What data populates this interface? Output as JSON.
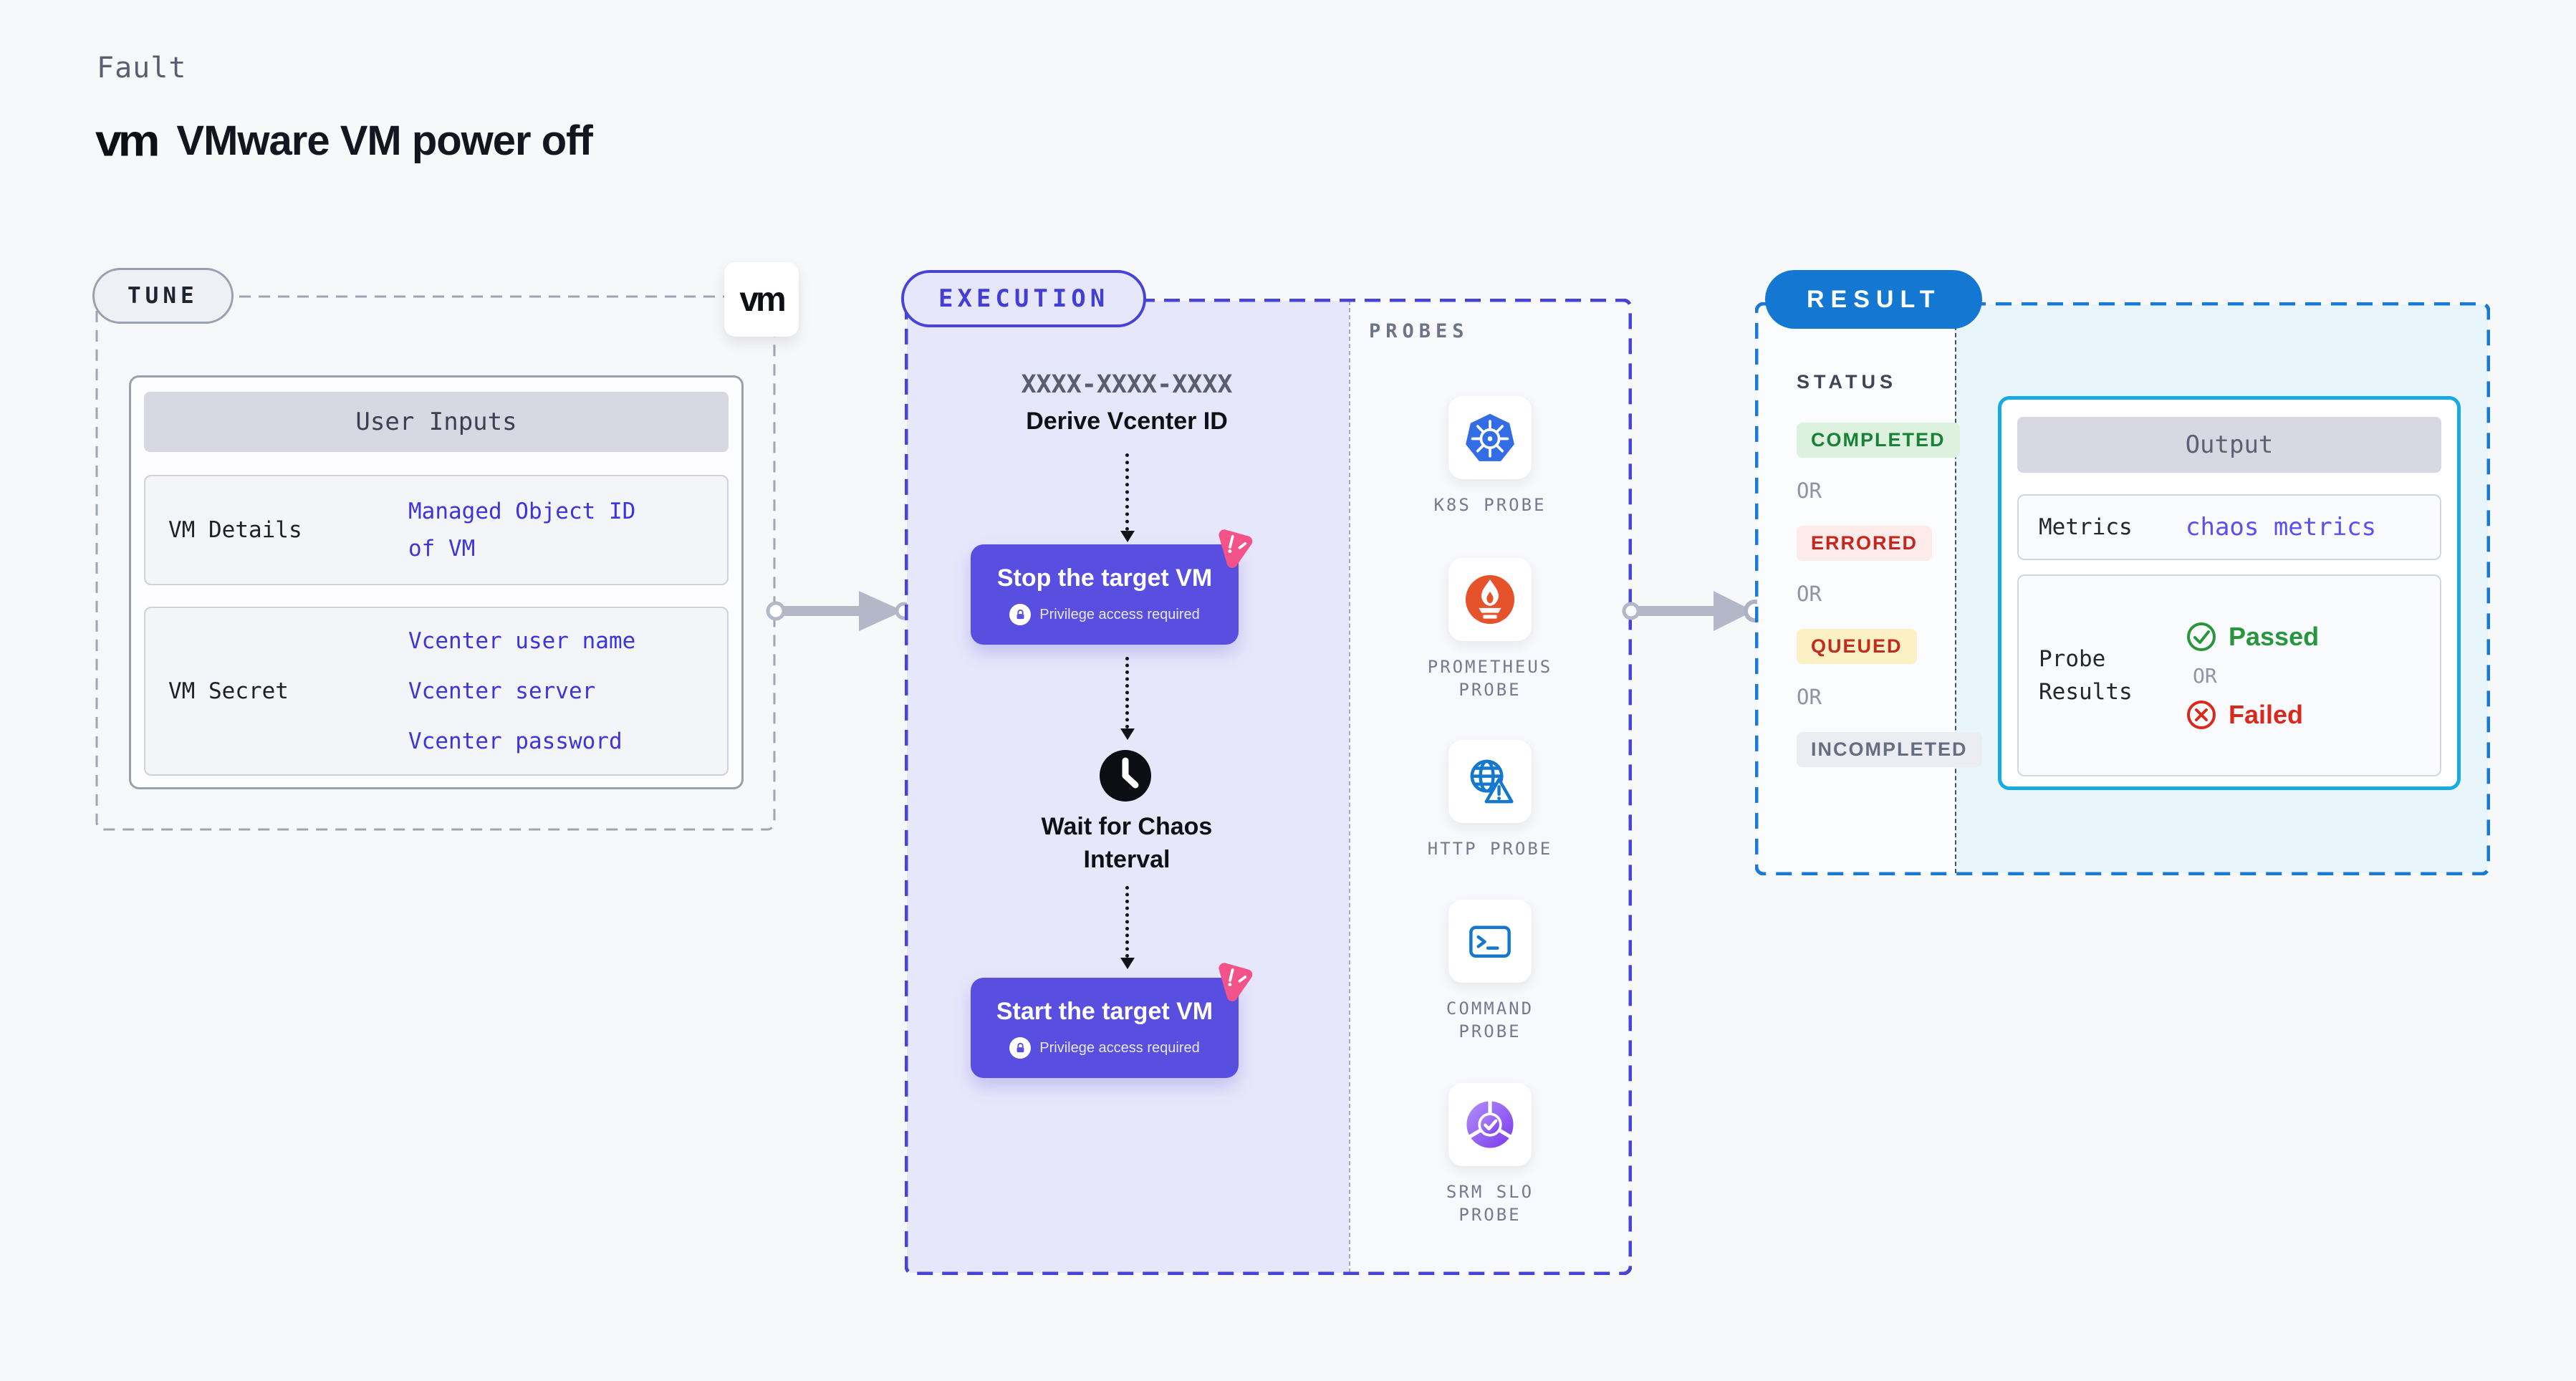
{
  "header": {
    "eyebrow": "Fault",
    "logo_text": "vm",
    "title": "VMware VM power off"
  },
  "tune": {
    "pill": "TUNE",
    "vm_badge": "vm",
    "user_inputs": {
      "title": "User Inputs",
      "rows": [
        {
          "label": "VM Details",
          "values": [
            "Managed Object ID",
            "of VM"
          ]
        },
        {
          "label": "VM Secret",
          "values": [
            "Vcenter user name",
            "Vcenter server",
            "Vcenter password"
          ]
        }
      ]
    }
  },
  "execution": {
    "pill": "EXECUTION",
    "derive": {
      "code": "XXXX-XXXX-XXXX",
      "label": "Derive Vcenter ID"
    },
    "stop": {
      "title": "Stop the target VM",
      "badge": "Privilege access required"
    },
    "wait": {
      "line1": "Wait for Chaos",
      "line2": "Interval"
    },
    "start": {
      "title": "Start the target VM",
      "badge": "Privilege access required"
    }
  },
  "probes": {
    "title": "PROBES",
    "items": [
      {
        "icon": "kubernetes",
        "line1": "K8S PROBE",
        "line2": ""
      },
      {
        "icon": "prometheus",
        "line1": "PROMETHEUS",
        "line2": "PROBE"
      },
      {
        "icon": "http",
        "line1": "HTTP PROBE",
        "line2": ""
      },
      {
        "icon": "command",
        "line1": "COMMAND",
        "line2": "PROBE"
      },
      {
        "icon": "srm-slo",
        "line1": "SRM SLO",
        "line2": "PROBE"
      }
    ]
  },
  "result": {
    "pill": "RESULT",
    "status": {
      "title": "STATUS",
      "or": "OR",
      "badges": [
        {
          "text": "COMPLETED"
        },
        {
          "text": "ERRORED"
        },
        {
          "text": "QUEUED"
        },
        {
          "text": "INCOMPLETED"
        }
      ]
    },
    "output": {
      "title": "Output",
      "metrics_label": "Metrics",
      "metrics_value": "chaos metrics",
      "probe_label_line1": "Probe",
      "probe_label_line2": "Results",
      "passed": "Passed",
      "or": "OR",
      "failed": "Failed"
    }
  },
  "colors": {
    "indigo": "#4742d8",
    "button_indigo": "#584fe0",
    "lavender": "#e7e7fb",
    "link_blue": "#3c34dd",
    "result_blue": "#1478d3",
    "cyan_border": "#16ace2",
    "cyan_bg": "#e8f6fb",
    "completed_green": "#1a8038",
    "errored_red": "#c5251d",
    "queued_bg": "#fcf0c5",
    "passed_green": "#27963c",
    "failed_red": "#da291c",
    "k8s_blue": "#326de6",
    "prometheus_orange": "#e6522c",
    "chaos_pink": "#f4538a",
    "arrow_gray": "#b4b7c7"
  }
}
